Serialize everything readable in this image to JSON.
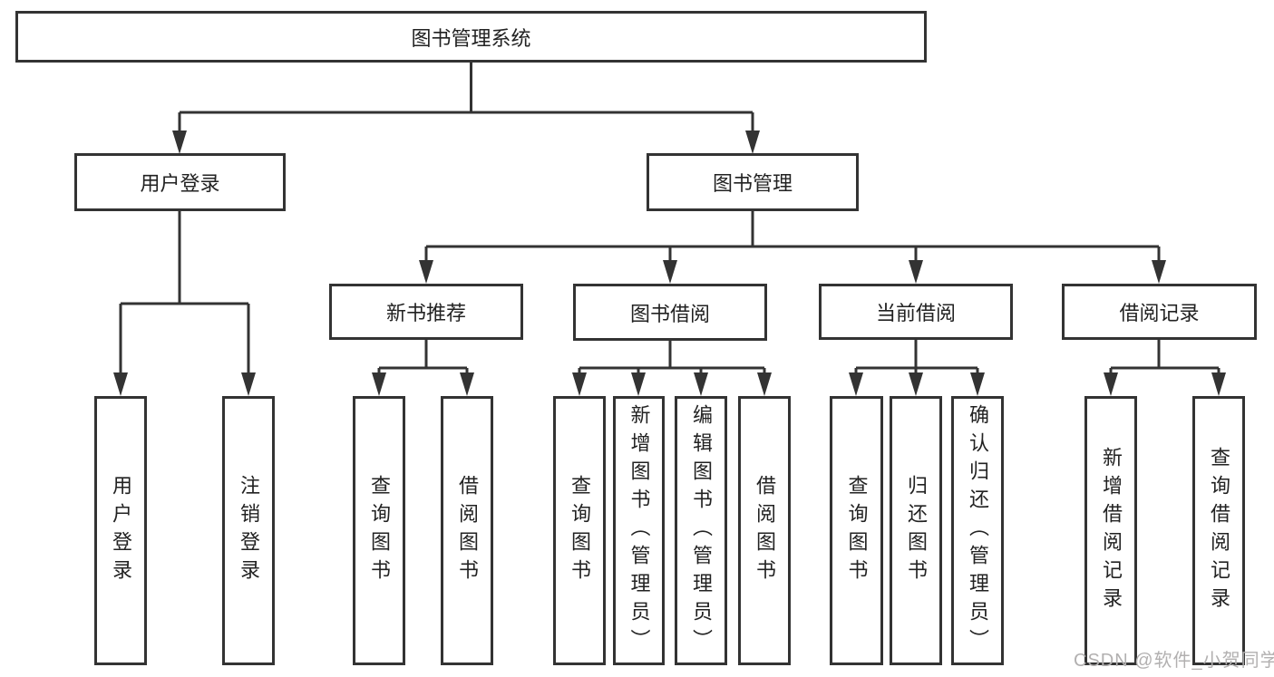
{
  "tree": {
    "label": "图书管理系统",
    "children": [
      {
        "label": "用户登录",
        "children": [
          {
            "label": "用户登录"
          },
          {
            "label": "注销登录"
          }
        ]
      },
      {
        "label": "图书管理",
        "children": [
          {
            "label": "新书推荐",
            "children": [
              {
                "label": "查询图书"
              },
              {
                "label": "借阅图书"
              }
            ]
          },
          {
            "label": "图书借阅",
            "children": [
              {
                "label": "查询图书"
              },
              {
                "label": "新增图书（管理员）"
              },
              {
                "label": "编辑图书（管理员）"
              },
              {
                "label": "借阅图书"
              }
            ]
          },
          {
            "label": "当前借阅",
            "children": [
              {
                "label": "查询图书"
              },
              {
                "label": "归还图书"
              },
              {
                "label": "确认归还（管理员）"
              }
            ]
          },
          {
            "label": "借阅记录",
            "children": [
              {
                "label": "新增借阅记录"
              },
              {
                "label": "查询借阅记录"
              }
            ]
          }
        ]
      }
    ]
  },
  "watermark": "CSDN @软件_小贺同学",
  "colors": {
    "line": "#333333",
    "text": "#222222",
    "background": "#ffffff",
    "watermark": "#b2b0b0"
  }
}
